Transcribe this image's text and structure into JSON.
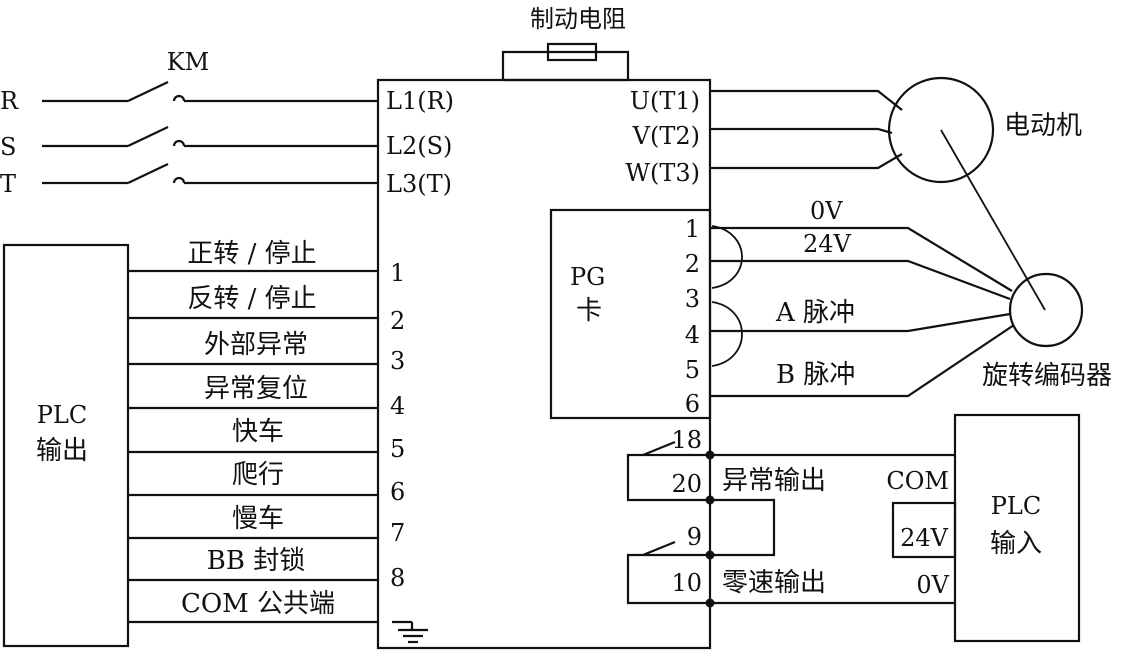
{
  "title": "制动电阻",
  "contactor": "KM",
  "power_inputs": [
    "R",
    "S",
    "T"
  ],
  "drive_power_terminals": [
    "L1(R)",
    "L2(S)",
    "L3(T)"
  ],
  "drive_output_terminals": [
    "U(T1)",
    "V(T2)",
    "W(T3)"
  ],
  "motor_label": "电动机",
  "encoder_label": "旋转编码器",
  "pg_card": {
    "label_line1": "PG",
    "label_line2": "卡",
    "terminals": [
      "1",
      "2",
      "3",
      "4",
      "5",
      "6"
    ],
    "signals": [
      "0V",
      "24V",
      "A 脉冲",
      "B 脉冲"
    ]
  },
  "plc_output": {
    "line1": "PLC",
    "line2": "输出"
  },
  "plc_input": {
    "line1": "PLC",
    "line2": "输入"
  },
  "plc_input_terminals": [
    "COM",
    "24V",
    "0V"
  ],
  "control_signals": [
    "正转 / 停止",
    "反转 / 停止",
    "外部异常",
    "异常复位",
    "快车",
    "爬行",
    "慢车",
    "BB 封锁",
    "COM 公共端"
  ],
  "control_terminals": [
    "1",
    "2",
    "3",
    "4",
    "5",
    "6",
    "7",
    "8"
  ],
  "relay_terminals": [
    "18",
    "20",
    "9",
    "10"
  ],
  "relay_outputs": [
    "异常输出",
    "零速输出"
  ]
}
